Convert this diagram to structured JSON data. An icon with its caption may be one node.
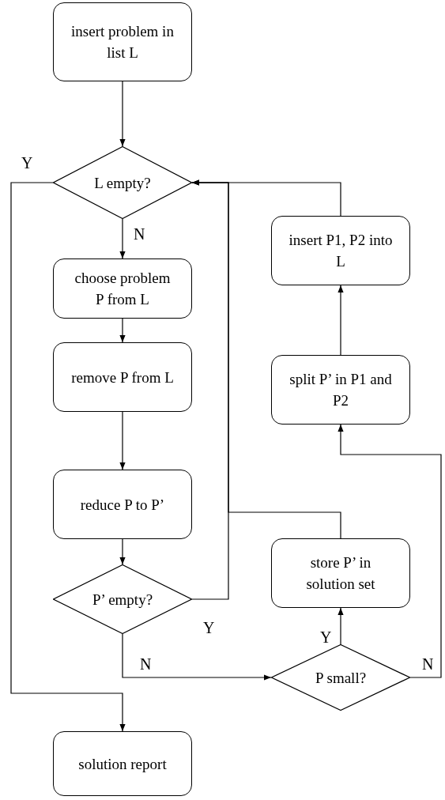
{
  "diagram": {
    "nodes": [
      {
        "text": [
          "insert problem in list L"
        ]
      },
      {
        "text": [
          "L empty?"
        ]
      },
      {
        "text": [
          "choose problem P from L"
        ]
      },
      {
        "text": [
          "remove P from L"
        ]
      },
      {
        "text": [
          "reduce P to P’"
        ]
      },
      {
        "text": [
          "P’ empty?"
        ]
      },
      {
        "text": [
          "insert P1, P2 into L"
        ]
      },
      {
        "text": [
          "split P’ in P1 and P2"
        ]
      },
      {
        "text": [
          "store P’ in solution set"
        ]
      },
      {
        "text": [
          "P small?"
        ]
      },
      {
        "text": [
          "solution report"
        ]
      }
    ],
    "edges": [
      {
        "from": 0,
        "to": 1,
        "arrow": "to"
      },
      {
        "from": 1,
        "to": 10,
        "arrow": "to",
        "label": "Y"
      },
      {
        "from": 1,
        "to": 2,
        "arrow": "to",
        "label": "N"
      },
      {
        "from": 2,
        "to": 3,
        "arrow": "to"
      },
      {
        "from": 3,
        "to": 4,
        "arrow": "to"
      },
      {
        "from": 4,
        "to": 5,
        "arrow": "to"
      },
      {
        "from": 5,
        "to": 1,
        "arrow": "to",
        "label": "Y"
      },
      {
        "from": 5,
        "to": 9,
        "arrow": "to",
        "label": "N"
      },
      {
        "from": 9,
        "to": 8,
        "arrow": "to",
        "label": "Y"
      },
      {
        "from": 9,
        "to": 7,
        "arrow": "to",
        "label": "N"
      },
      {
        "from": 7,
        "to": 6,
        "arrow": "to"
      },
      {
        "from": 6,
        "to": 1,
        "arrow": "to"
      },
      {
        "from": 8,
        "to": 1,
        "arrow": "to"
      }
    ]
  }
}
